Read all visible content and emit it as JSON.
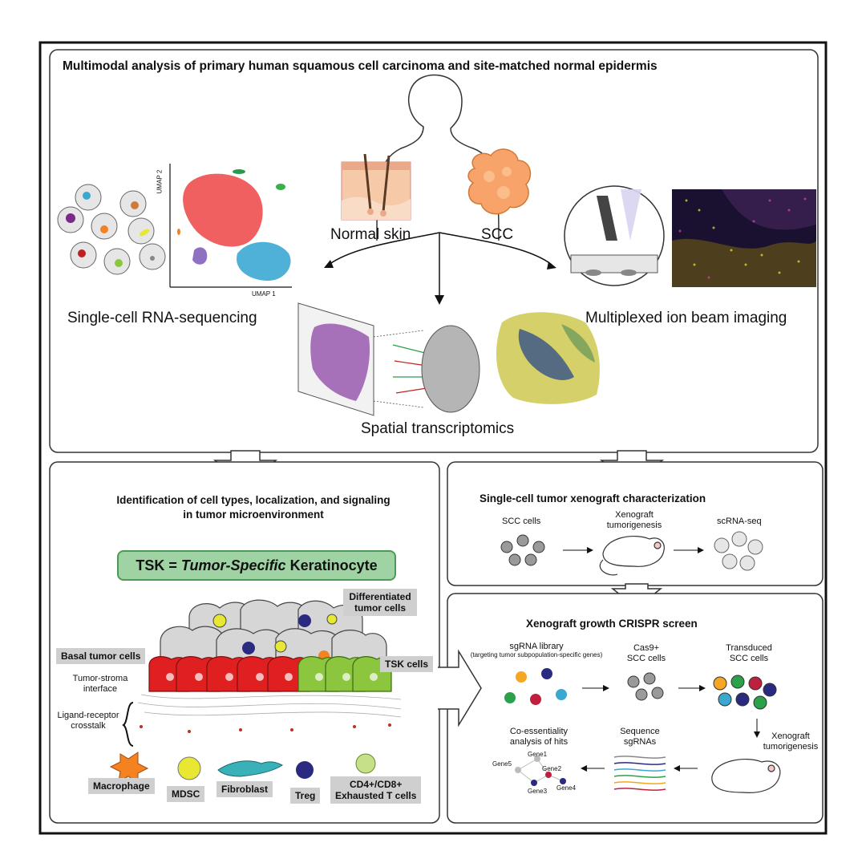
{
  "top": {
    "title": "Multimodal analysis of primary human squamous cell carcinoma and site-matched normal epidermis",
    "normal_skin": "Normal skin",
    "scc": "SCC",
    "scrnaseq": "Single-cell RNA-sequencing",
    "mibi": "Multiplexed ion beam imaging",
    "spatial": "Spatial transcriptomics",
    "umap_x": "UMAP 1",
    "umap_y": "UMAP 2"
  },
  "left_panel": {
    "title_line1": "Identification of cell types, localization, and signaling",
    "title_line2": "in tumor microenvironment",
    "tsk_prefix": "TSK = ",
    "tsk_italic": "Tumor-Specific",
    "tsk_suffix": " Keratinocyte",
    "differentiated_line1": "Differentiated",
    "differentiated_line2": "tumor cells",
    "basal": "Basal tumor cells",
    "tsk_cells": "TSK cells",
    "interface_line1": "Tumor-stroma",
    "interface_line2": "interface",
    "ligand_line1": "Ligand-receptor",
    "ligand_line2": "crosstalk",
    "macrophage": "Macrophage",
    "mdsc": "MDSC",
    "fibroblast": "Fibroblast",
    "treg": "Treg",
    "tcells_line1": "CD4+/CD8+",
    "tcells_line2": "Exhausted T cells"
  },
  "xeno_panel": {
    "title": "Single-cell tumor xenograft characterization",
    "scc_cells": "SCC cells",
    "xeno_line1": "Xenograft",
    "xeno_line2": "tumorigenesis",
    "scrna": "scRNA-seq"
  },
  "crispr_panel": {
    "title": "Xenograft growth CRISPR screen",
    "library_line1": "sgRNA library",
    "library_line2": "(targeting tumor subpopulation-specific genes)",
    "cas9_line1": "Cas9+",
    "cas9_line2": "SCC cells",
    "transduced_line1": "Transduced",
    "transduced_line2": "SCC cells",
    "xeno_line1": "Xenograft",
    "xeno_line2": "tumorigenesis",
    "sequence_line1": "Sequence",
    "sequence_line2": "sgRNAs",
    "coess_line1": "Co-essentiality",
    "coess_line2": "analysis of hits",
    "genes": [
      "Gene1",
      "Gene2",
      "Gene3",
      "Gene4",
      "Gene5"
    ]
  },
  "colors": {
    "red": "#e02020",
    "green": "#8cc63f",
    "blue": "#2a2a80",
    "orange": "#f58220",
    "yellow": "#e8e832",
    "cyan": "#3aa8cf",
    "grey": "#cfcfcf"
  }
}
